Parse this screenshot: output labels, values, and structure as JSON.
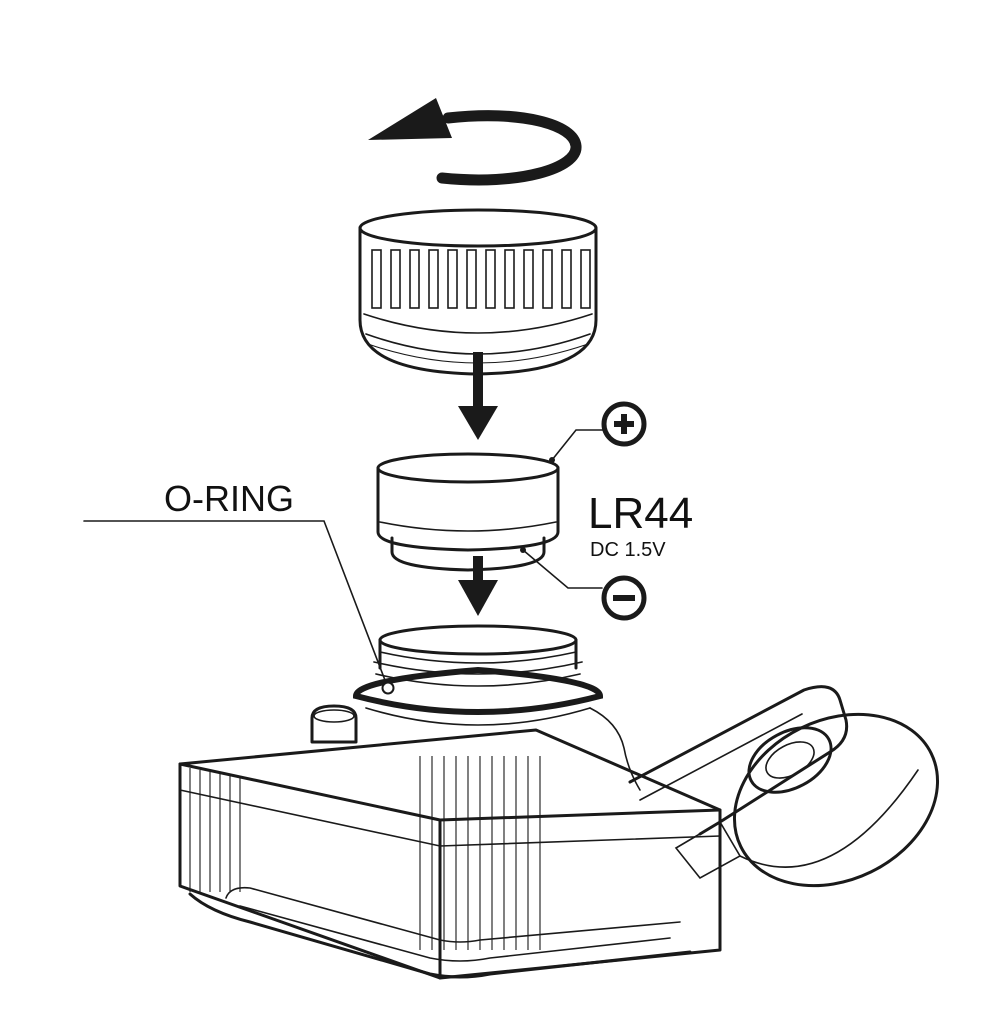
{
  "labels": {
    "o_ring": "O-RING",
    "battery_model": "LR44",
    "battery_voltage": "DC 1.5V",
    "positive": "+",
    "negative": "−"
  },
  "colors": {
    "ink": "#1a1a1a",
    "background": "#ffffff"
  }
}
